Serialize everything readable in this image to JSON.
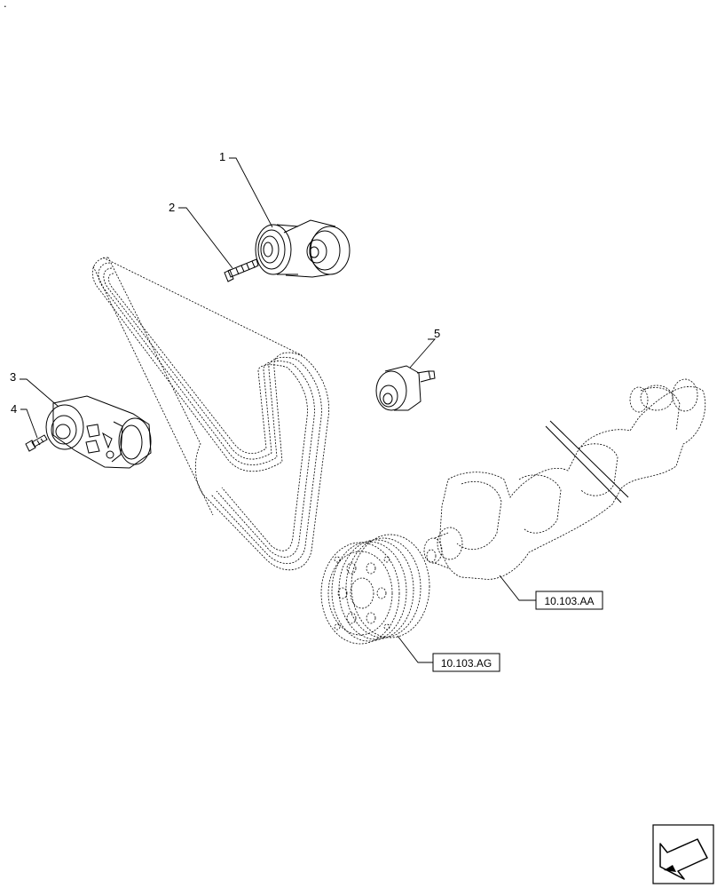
{
  "callouts": {
    "c1": "1",
    "c2": "2",
    "c3": "3",
    "c4": "4",
    "c5": "5"
  },
  "references": {
    "crankshaft": "10.103.AA",
    "damper_pulley": "10.103.AG"
  },
  "corner_mark": "."
}
